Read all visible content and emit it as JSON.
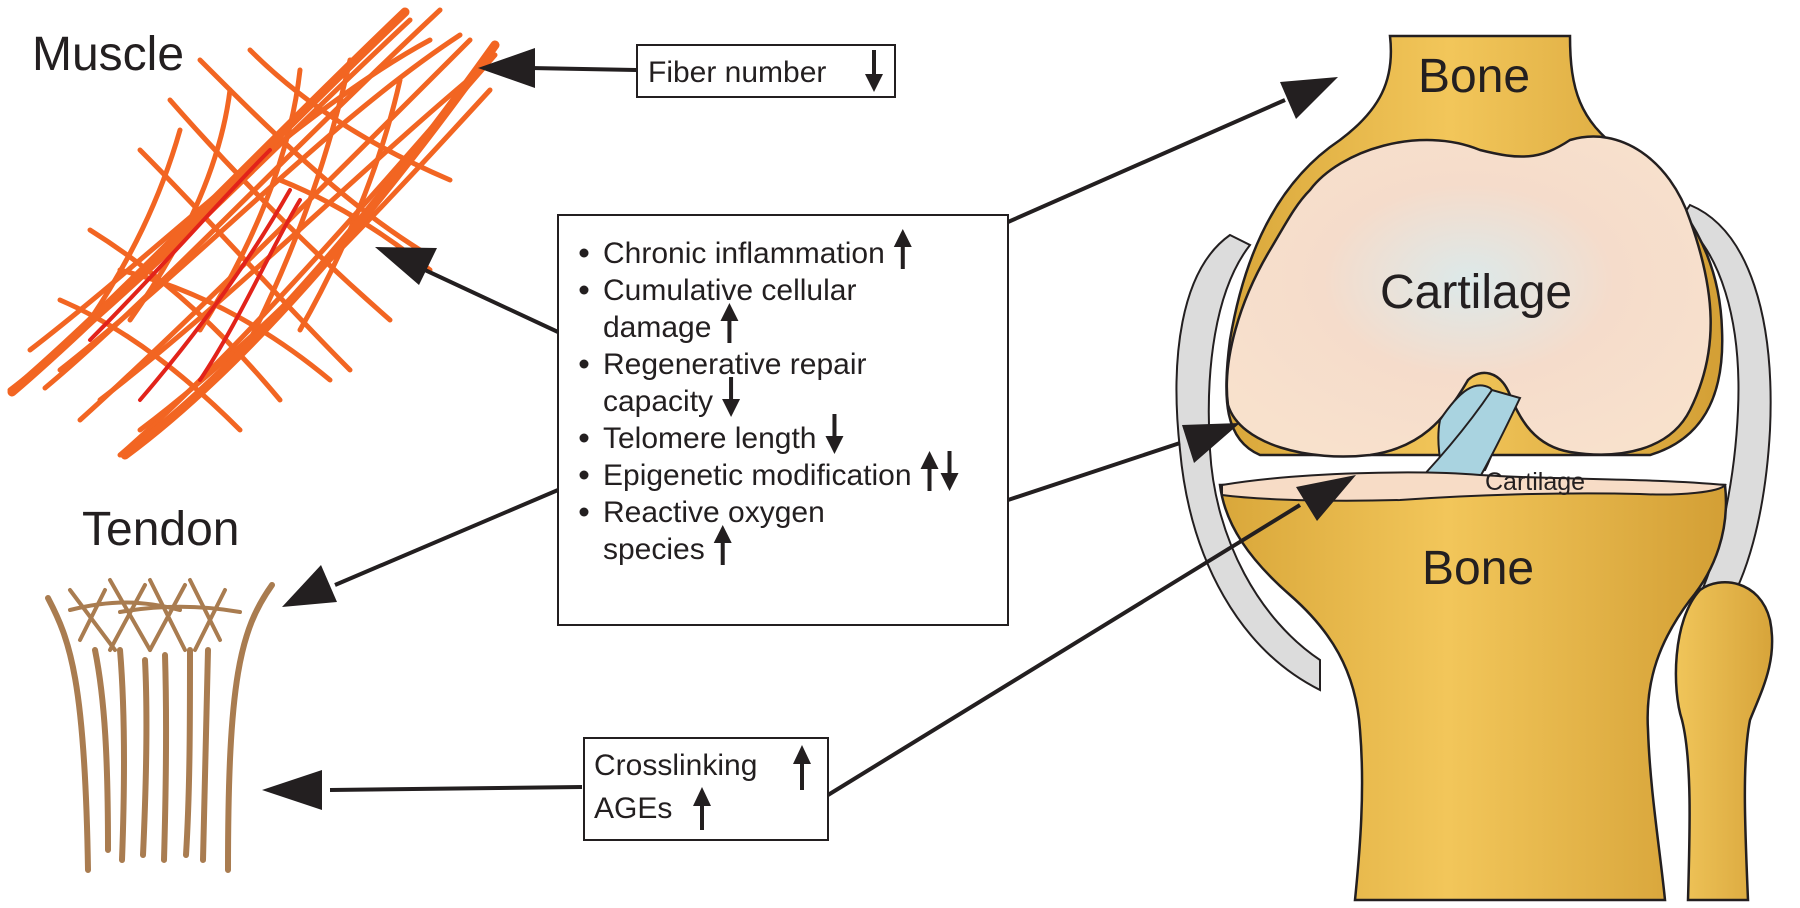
{
  "labels": {
    "muscle": "Muscle",
    "tendon": "Tendon",
    "bone_upper": "Bone",
    "bone_lower": "Bone",
    "cartilage_upper": "Cartilage",
    "cartilage_lower": "Cartilage"
  },
  "fiber_box": {
    "text": "Fiber number",
    "trend": "down"
  },
  "factors_box": {
    "items": [
      {
        "lines": [
          "Chronic inflammation"
        ],
        "trend": "up"
      },
      {
        "lines": [
          "Cumulative cellular",
          "damage"
        ],
        "trend": "up"
      },
      {
        "lines": [
          "Regenerative repair",
          "capacity"
        ],
        "trend": "down"
      },
      {
        "lines": [
          "Telomere length"
        ],
        "trend": "down"
      },
      {
        "lines": [
          "Epigenetic modification"
        ],
        "trend": "up-down"
      },
      {
        "lines": [
          "Reactive oxygen",
          "species"
        ],
        "trend": "up"
      }
    ]
  },
  "crosslink_box": {
    "lines": [
      "Crosslinking",
      "AGEs"
    ],
    "trends": [
      "up",
      "up"
    ]
  },
  "colors": {
    "muscle_fiber": "#f26522",
    "muscle_fiber_dark": "#e2231a",
    "tendon_fiber": "#a97c50",
    "bone": "#e8b84a",
    "bone_dark": "#c99a2e",
    "cartilage": "#f7dcc6",
    "ligament": "#a9d3e0",
    "meniscus_band": "#dcdcdc",
    "arrow": "#231f20"
  }
}
